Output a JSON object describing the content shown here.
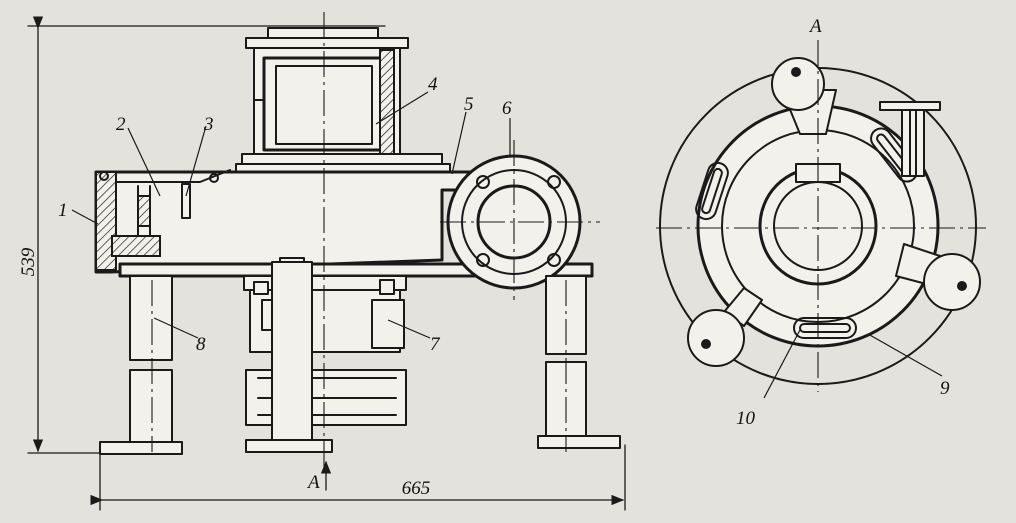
{
  "dimensions": {
    "height": "539",
    "width": "665"
  },
  "view_marker": {
    "view_title": "A",
    "arrow_label": "A"
  },
  "callouts": [
    {
      "id": "1",
      "text": "1"
    },
    {
      "id": "2",
      "text": "2"
    },
    {
      "id": "3",
      "text": "3"
    },
    {
      "id": "4",
      "text": "4"
    },
    {
      "id": "5",
      "text": "5"
    },
    {
      "id": "6",
      "text": "6"
    },
    {
      "id": "7",
      "text": "7"
    },
    {
      "id": "8",
      "text": "8"
    },
    {
      "id": "9",
      "text": "9"
    },
    {
      "id": "10",
      "text": "10"
    }
  ],
  "colors": {
    "paper": "#e4e2dc",
    "ink": "#1a1a1a"
  }
}
